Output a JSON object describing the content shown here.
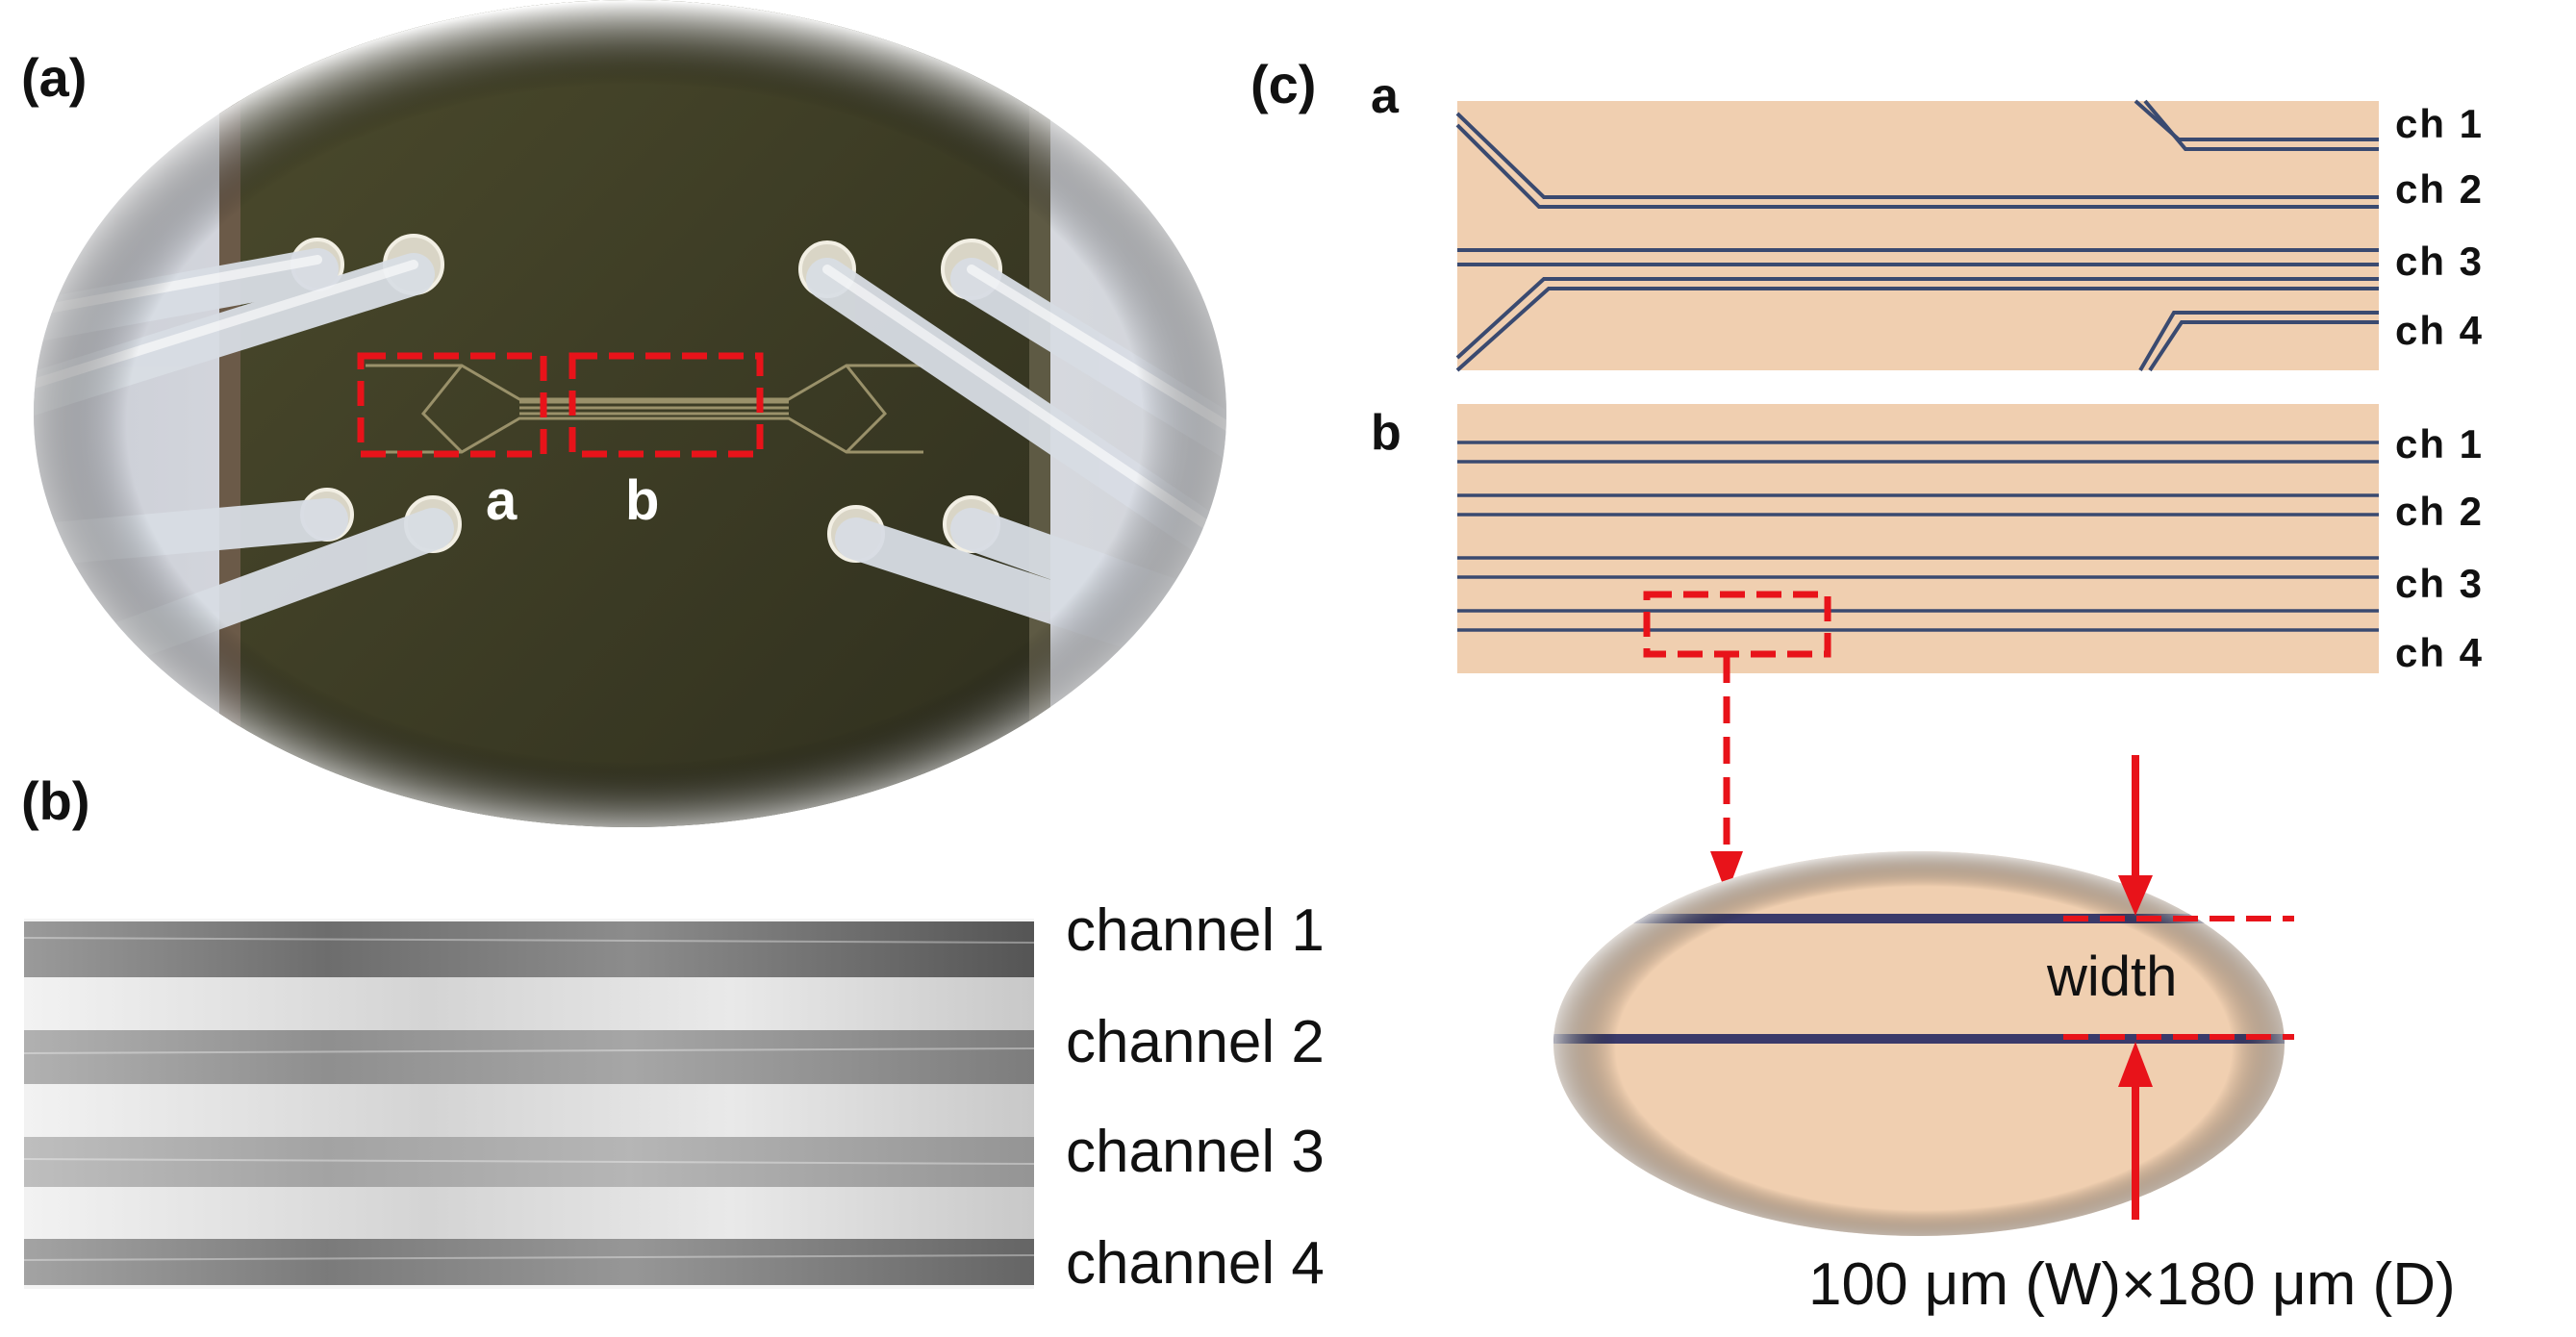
{
  "panels": {
    "a": {
      "label": "(a)",
      "region_labels": [
        "a",
        "b"
      ]
    },
    "b": {
      "label": "(b)",
      "channels": [
        "channel 1",
        "channel 2",
        "channel 3",
        "channel 4"
      ]
    },
    "c": {
      "label": "(c)",
      "sub_a": {
        "label": "a",
        "channels": [
          "ch 1",
          "ch 2",
          "ch 3",
          "ch 4"
        ]
      },
      "sub_b": {
        "label": "b",
        "channels": [
          "ch 1",
          "ch 2",
          "ch 3",
          "ch 4"
        ]
      },
      "zoom": {
        "width_label": "width",
        "dimension_text": "100 μm (W)×180 μm (D)"
      }
    }
  },
  "colors": {
    "annotation_red": "#e8131a",
    "chip_dark": "#3a3a24",
    "microscope_bg": "#f0cfb0",
    "channel_line": "#3a4a70"
  }
}
